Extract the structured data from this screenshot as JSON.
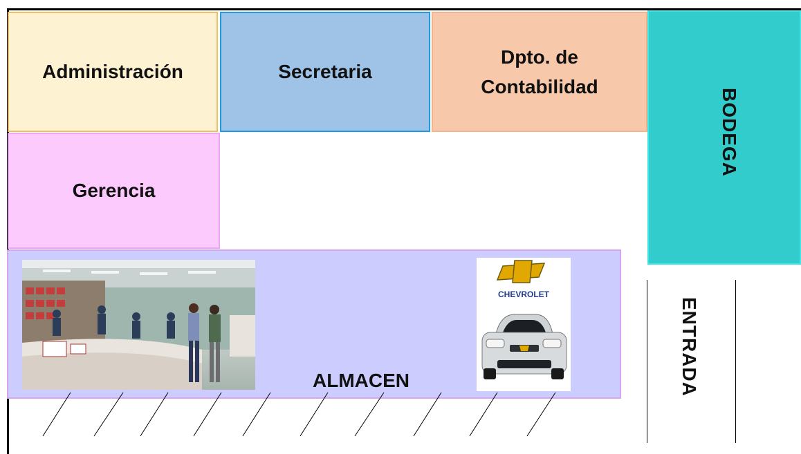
{
  "rooms": {
    "administracion": "Administración",
    "secretaria": "Secretaria",
    "contabilidad_line1": "Dpto. de",
    "contabilidad_line2": "Contabilidad",
    "gerencia": "Gerencia",
    "bodega": "BODEGA",
    "almacen": "ALMACEN",
    "entrada": "ENTRADA"
  },
  "brand": {
    "name": "CHEVROLET"
  },
  "colors": {
    "administracion": "#fdf2d2",
    "secretaria": "#9ec3e6",
    "contabilidad": "#f7c9aa",
    "gerencia": "#fdcafe",
    "bodega": "#33cccc",
    "almacen": "#ccccff"
  }
}
